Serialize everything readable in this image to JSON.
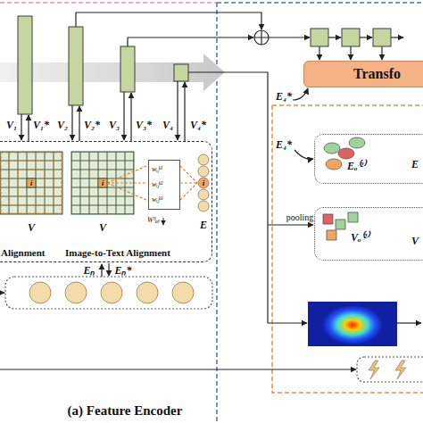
{
  "diagram": {
    "nodes": [
      {
        "text": [
          "Transfo"
        ]
      },
      {
        "text": [
          "Alignment",
          "Image-to-Text Alignment"
        ]
      },
      {
        "text": [
          "wᵢⱼᵏ¹",
          "wᵢⱼᵏ²",
          "wᵢⱼᵏ³",
          "Wᶿₐₗₗ"
        ],
        "in": 1
      },
      {
        "text": [
          "Eₒ⁽²⁾",
          "E"
        ]
      },
      {
        "text": [
          "Vₒ⁽²⁾",
          "V"
        ]
      }
    ],
    "labels": [
      "V₁",
      "V₁*",
      "V₂",
      "V₂*",
      "V₃",
      "V₃*",
      "V₄",
      "V₄*",
      "V",
      "V",
      "i",
      "i",
      "E",
      "i",
      "Eₙ",
      "Eₙ*",
      "E₄*",
      "E₄*",
      "pooling",
      "(a) Feature Encoder"
    ]
  }
}
